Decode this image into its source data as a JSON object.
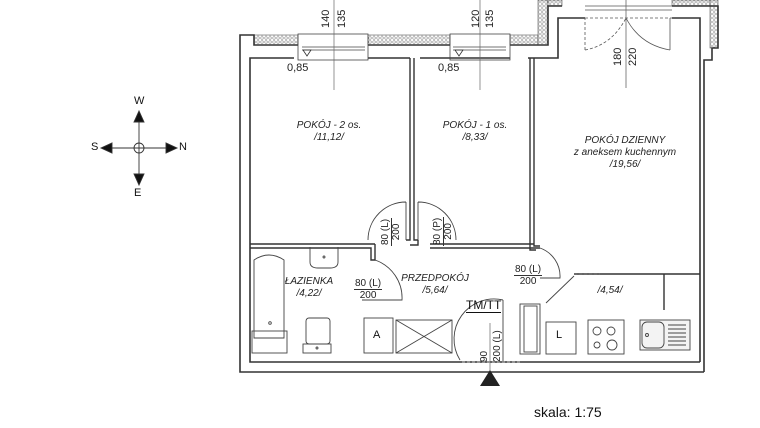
{
  "plan": {
    "scale_label": "skala: 1:75",
    "entrance_label": "TM/TT",
    "compass": {
      "north": "N",
      "south": "S",
      "east": "E",
      "west": "W"
    },
    "rooms": [
      {
        "name": "POKÓJ - 2 os.",
        "area": "/11,12/"
      },
      {
        "name": "POKÓJ - 1 os.",
        "area": "/8,33/"
      },
      {
        "name": "POKÓJ DZIENNY",
        "subtitle": "z aneksem kuchennym",
        "area": "/19,56/"
      },
      {
        "name": "ŁAZIENKA",
        "area": "/4,22/"
      },
      {
        "name": "PRZEDPOKÓJ",
        "area": "/5,64/"
      },
      {
        "name": "",
        "area": "/4,54/"
      }
    ],
    "windows": [
      {
        "width": "140",
        "height": "135",
        "sill": "0,85"
      },
      {
        "width": "120",
        "height": "135",
        "sill": "0,85"
      },
      {
        "width": "180",
        "height": "220"
      }
    ],
    "doors": [
      {
        "width": "80 (L)",
        "height": "200"
      },
      {
        "width": "80 (P)",
        "height": "200"
      },
      {
        "width": "80 (L)",
        "height": "200"
      },
      {
        "width": "80 (L)",
        "height": "200"
      },
      {
        "width": "90",
        "height": "200 (L)"
      }
    ],
    "fixtures": {
      "a_label": "A",
      "l_label": "L"
    }
  }
}
